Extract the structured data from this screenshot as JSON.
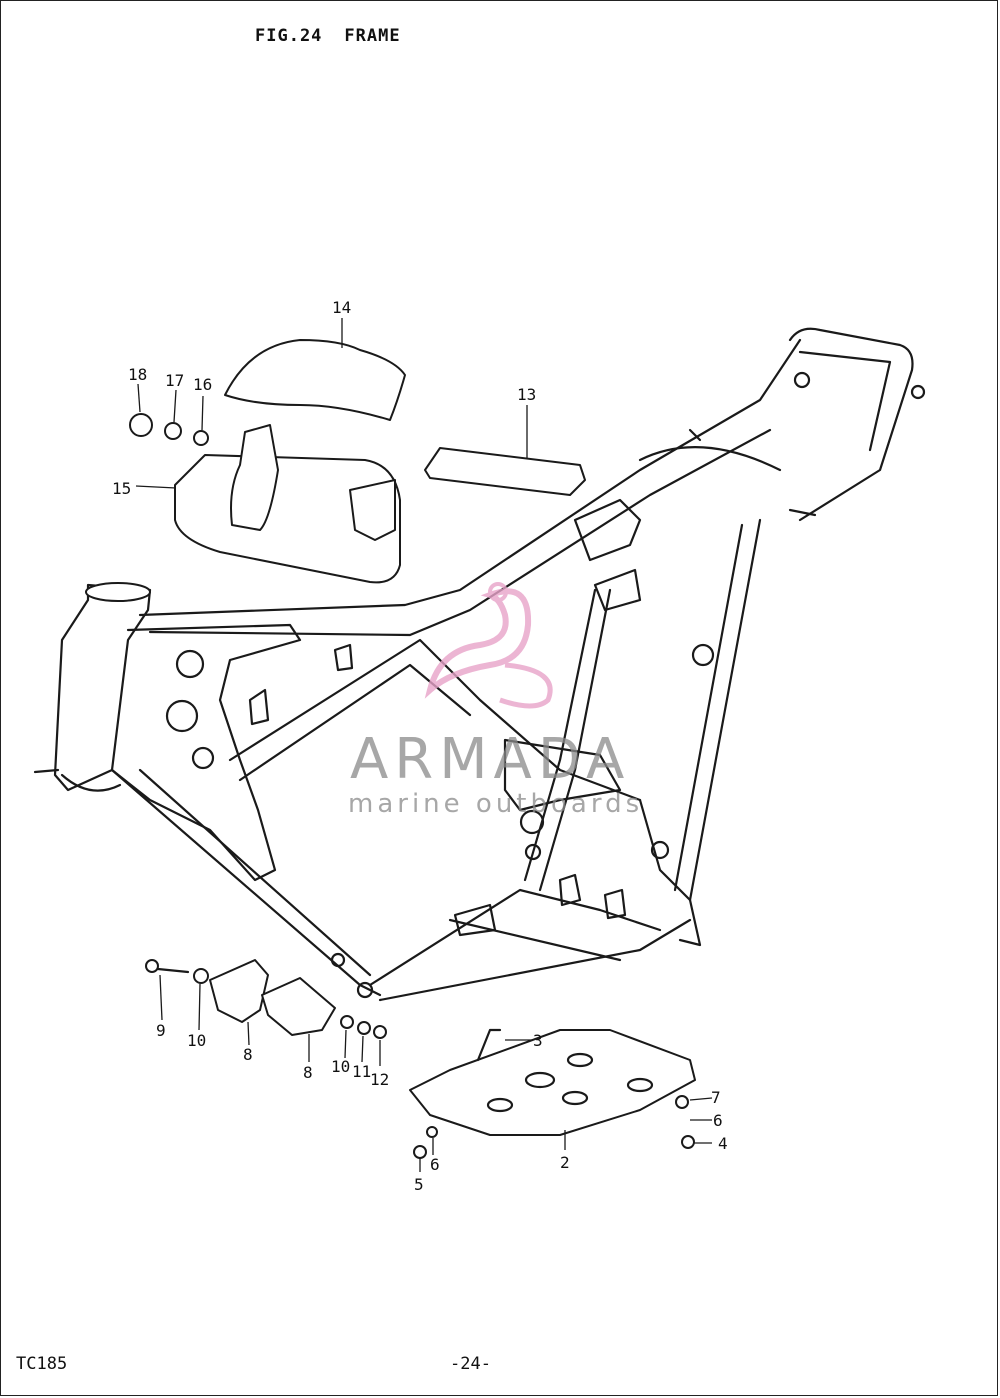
{
  "header": {
    "fig_number": "FIG.24",
    "fig_title": "FRAME"
  },
  "footer": {
    "model": "TC185",
    "page": "-24-"
  },
  "watermark": {
    "brand": "ARMADA",
    "tagline": "marine outboards",
    "logo_color": "#e8a3c9",
    "text_color": "#8a8a8a"
  },
  "callouts": {
    "c2": "2",
    "c3": "3",
    "c4": "4",
    "c5": "5",
    "c6a": "6",
    "c6b": "6",
    "c7": "7",
    "c8a": "8",
    "c8b": "8",
    "c9": "9",
    "c10a": "10",
    "c10b": "10",
    "c11": "11",
    "c12": "12",
    "c13": "13",
    "c14": "14",
    "c15": "15",
    "c16": "16",
    "c17": "17",
    "c18": "18"
  }
}
